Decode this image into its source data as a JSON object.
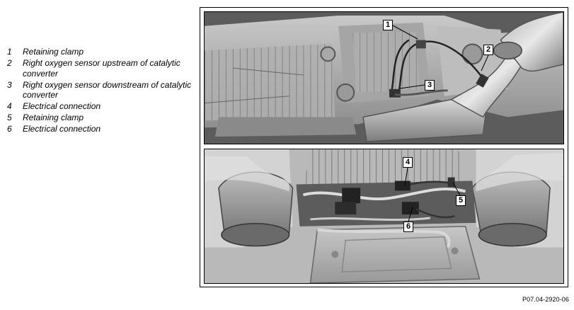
{
  "legend": [
    {
      "number": "1",
      "text": "Retaining clamp"
    },
    {
      "number": "2",
      "text": "Right oxygen sensor upstream of catalytic converter"
    },
    {
      "number": "3",
      "text": "Right oxygen sensor downstream of catalytic converter"
    },
    {
      "number": "4",
      "text": "Electrical connection"
    },
    {
      "number": "5",
      "text": "Retaining clamp"
    },
    {
      "number": "6",
      "text": "Electrical connection"
    }
  ],
  "callouts": [
    "1",
    "2",
    "3",
    "4",
    "5",
    "6"
  ],
  "figure_code": "P07.04-2920-06"
}
